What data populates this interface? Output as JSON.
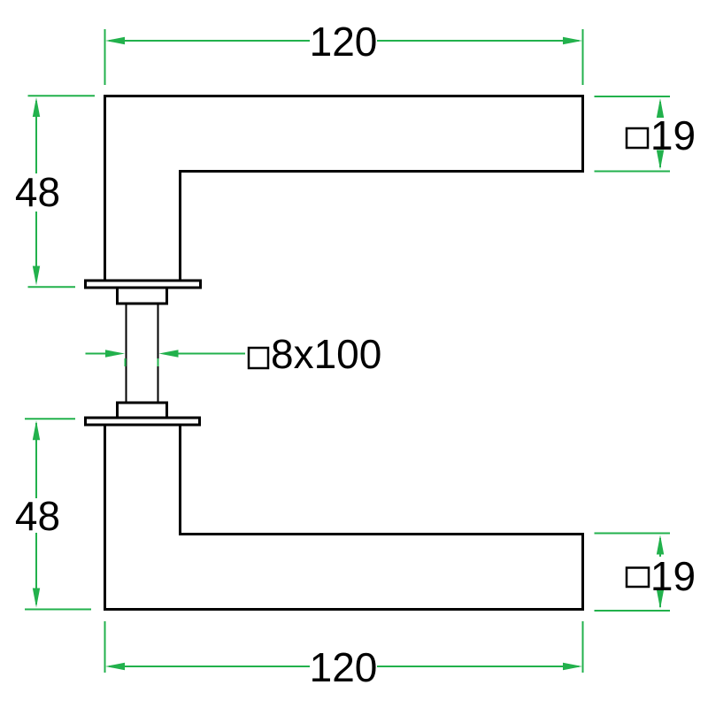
{
  "drawing": {
    "kind": "technical-dimension-drawing",
    "subject": "square-door-lever-handle-pair-with-spindle",
    "colors": {
      "outline": "#000000",
      "dimension": "#22b14c",
      "text": "#000000",
      "background": "#ffffff"
    },
    "dimensions": {
      "top_width": {
        "label": "120"
      },
      "top_lever_height": {
        "label": "48"
      },
      "top_profile": {
        "label": "19",
        "prefix_icon": "square-outline"
      },
      "spindle": {
        "label": "8x100",
        "prefix_icon": "square-outline"
      },
      "bottom_lever_height": {
        "label": "48"
      },
      "bottom_profile": {
        "label": "19",
        "prefix_icon": "square-outline"
      },
      "bottom_width": {
        "label": "120"
      }
    }
  }
}
